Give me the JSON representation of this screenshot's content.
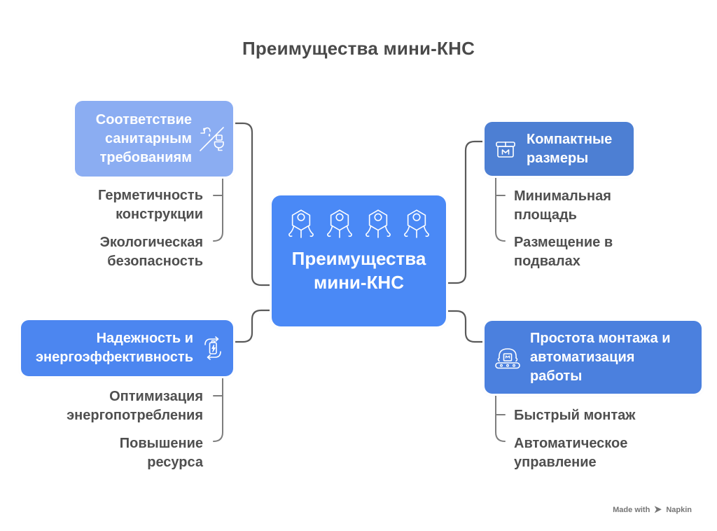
{
  "title": "Преимущества мини-КНС",
  "center": {
    "label": "Преимущества\nмини-КНС",
    "icon": "hexagon-bots-grid-icon",
    "color": "#4a89f6"
  },
  "branches": {
    "sanitary": {
      "title": "Соответствие\nсанитарным\nтребованиям",
      "icon": "faucet-toilet-sanitary-icon",
      "color": "#8badf2",
      "items": [
        "Герметичность\nконструкции",
        "Экологическая\nбезопасность"
      ]
    },
    "compact": {
      "title": "Компактные\nразмеры",
      "icon": "package-box-icon",
      "color": "#4d7fd3",
      "items": [
        "Минимальная\nплощадь",
        "Размещение в\nподвалах"
      ]
    },
    "reliability": {
      "title": "Надежность и\nэнергоэффективность",
      "icon": "battery-recycle-icon",
      "color": "#4c86f0",
      "items": [
        "Оптимизация\nэнергопотребления",
        "Повышение\nресурса"
      ]
    },
    "installation": {
      "title": "Простота монтажа и\nавтоматизация\nработы",
      "icon": "conveyor-gripper-icon",
      "color": "#4b80de",
      "items": [
        "Быстрый монтаж",
        "Автоматическое\nуправление"
      ]
    }
  },
  "connector_colors": {
    "main": "#5a5a5a",
    "sub": "#7d7d7d"
  },
  "text_colors": {
    "title": "#4a4a4a",
    "sub_item": "#4f4f4f",
    "node_text": "#ffffff"
  },
  "watermark": {
    "made_with": "Made with",
    "brand": "Napkin"
  }
}
